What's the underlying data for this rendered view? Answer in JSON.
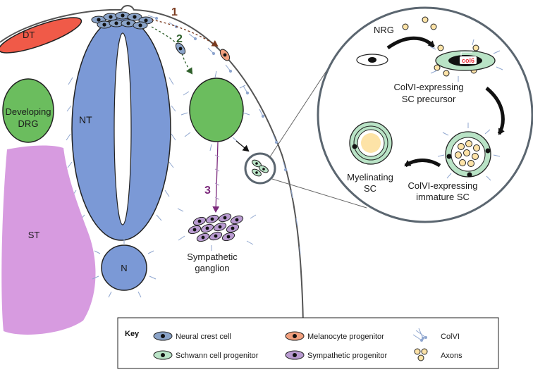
{
  "labels": {
    "dt": "DT",
    "nt": "NT",
    "drg_line1": "Developing",
    "drg_line2": "DRG",
    "st": "ST",
    "n": "N",
    "sympathetic_line1": "Sympathetic",
    "sympathetic_line2": "ganglion"
  },
  "pathways": {
    "p1": "1",
    "p2": "2",
    "p3": "3"
  },
  "inset": {
    "nrg": "NRG",
    "col6": "col6",
    "precursor_line1": "ColVI-expressing",
    "precursor_line2": "SC precursor",
    "immature_line1": "ColVI-expressing",
    "immature_line2": "immature SC",
    "myelinating_line1": "Myelinating",
    "myelinating_line2": "SC"
  },
  "key": {
    "title": "Key",
    "items": [
      "Neural crest cell",
      "Melanocyte progenitor",
      "ColVI",
      "Schwann cell progenitor",
      "Sympathetic progenitor",
      "Axons"
    ]
  },
  "colors": {
    "neural_crest": "#8aa3c8",
    "dermomyotome": "#f05a48",
    "neural_tube": "#7b99d6",
    "drg": "#6bbd5e",
    "sclerotome": "#d79be0",
    "notochord": "#7b99d6",
    "melanocyte": "#f2a07e",
    "schwann": "#b9e3c6",
    "sympathetic": "#b99bd1",
    "axon_fill": "#fde3a7",
    "arrow1": "#7a3a1e",
    "arrow2": "#2e5f2a",
    "arrow3": "#7c2a7c",
    "col6_red": "#e8323c"
  }
}
